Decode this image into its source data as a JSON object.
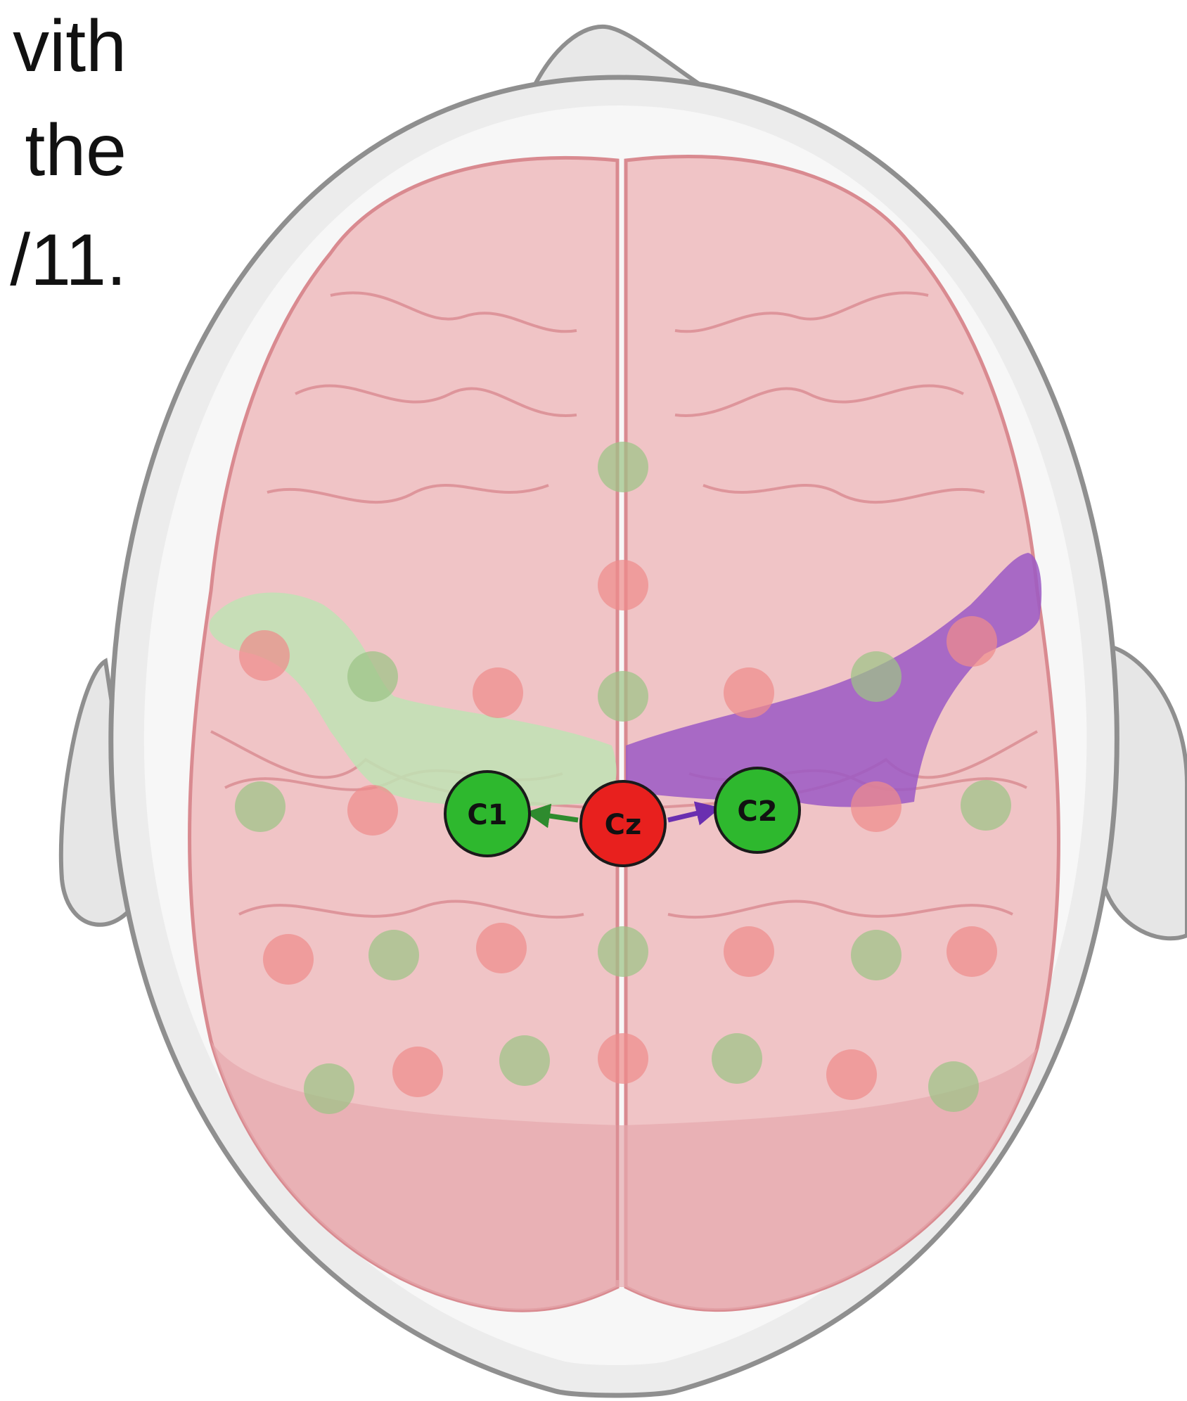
{
  "caption": {
    "line1": "vith",
    "line2": "the",
    "line3": "/11."
  },
  "electrodes": {
    "c1": "C1",
    "cz": "Cz",
    "c2": "C2"
  },
  "colors": {
    "brain": "#f0c4c6",
    "brain_outline": "#d98a90",
    "head": "#ededed",
    "head_outline": "#8f8f8f",
    "left_region": "#bfe3b4",
    "right_region": "#9b59c4",
    "active_green": "#2eb82e",
    "active_red": "#e8201e",
    "faded_green": "#9cc487",
    "faded_red": "#ee8c8c"
  }
}
